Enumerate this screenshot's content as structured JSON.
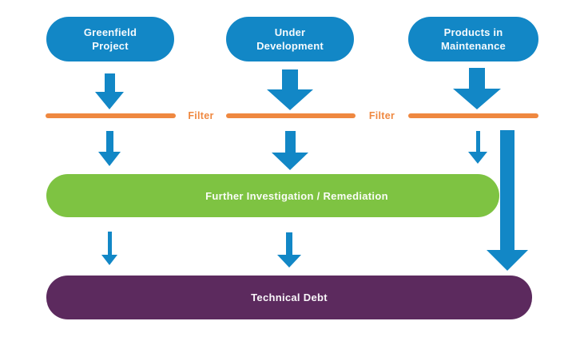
{
  "colors": {
    "bg": "#FFFFFF",
    "blue": "#1287C6",
    "orange": "#EF8840",
    "green": "#7EC342",
    "purple": "#5C2A5E"
  },
  "diagram": {
    "sources": [
      {
        "id": "greenfield-project",
        "label": "Greenfield\nProject"
      },
      {
        "id": "under-development",
        "label": "Under\nDevelopment"
      },
      {
        "id": "products-in-maintenance",
        "label": "Products in\nMaintenance"
      }
    ],
    "filters": [
      {
        "label": "Filter"
      },
      {
        "label": "Filter"
      }
    ],
    "stages": [
      {
        "id": "remediation",
        "label": "Further Investigation / Remediation"
      },
      {
        "id": "technical-debt",
        "label": "Technical Debt"
      }
    ],
    "arrows": [
      {
        "from": "greenfield-project",
        "to": "filter",
        "weight": "medium"
      },
      {
        "from": "under-development",
        "to": "filter",
        "weight": "large"
      },
      {
        "from": "products-in-maintenance",
        "to": "filter",
        "weight": "large"
      },
      {
        "from": "filter",
        "to": "remediation",
        "weight": "small",
        "column": 1
      },
      {
        "from": "filter",
        "to": "remediation",
        "weight": "medium",
        "column": 2
      },
      {
        "from": "filter",
        "to": "remediation",
        "weight": "thin",
        "column": 3
      },
      {
        "from": "remediation",
        "to": "technical-debt",
        "weight": "thin",
        "column": 1
      },
      {
        "from": "remediation",
        "to": "technical-debt",
        "weight": "small",
        "column": 2
      },
      {
        "from": "products-in-maintenance",
        "to": "technical-debt",
        "weight": "xlarge",
        "column": 3
      }
    ]
  }
}
